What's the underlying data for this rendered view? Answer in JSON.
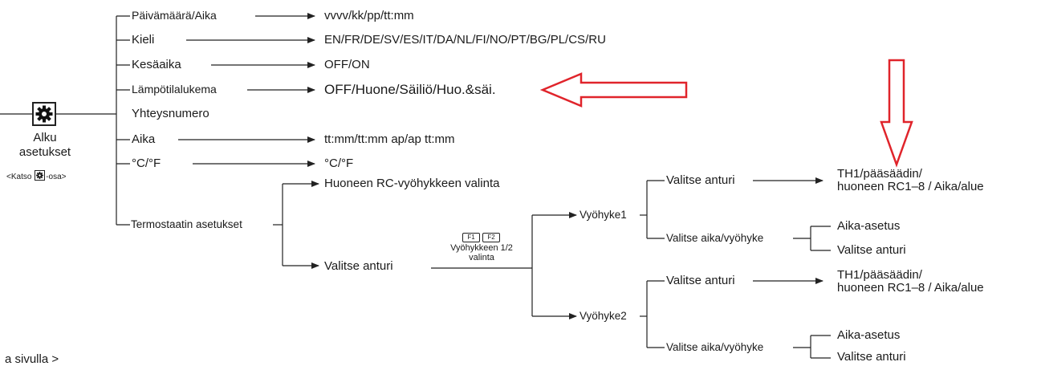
{
  "menu": {
    "title_line1": "Alku",
    "title_line2": "asetukset",
    "note_prefix": "<Katso ",
    "note_suffix": "-osa>",
    "icon": "gear-icon"
  },
  "items": [
    {
      "label": "Päivämäärä/Aika",
      "value": "vvvv/kk/pp/tt:mm"
    },
    {
      "label": "Kieli",
      "value": "EN/FR/DE/SV/ES/IT/DA/NL/FI/NO/PT/BG/PL/CS/RU"
    },
    {
      "label": "Kesäaika",
      "value": "OFF/ON"
    },
    {
      "label": "Lämpötilalukema",
      "value": "OFF/Huone/Säiliö/Huo.&säi."
    },
    {
      "label": "Yhteysnumero"
    },
    {
      "label": "Aika",
      "value": "tt:mm/tt:mm ap/ap tt:mm"
    },
    {
      "label": "°C/°F",
      "value": "°C/°F"
    },
    {
      "label": "Termostaatin asetukset"
    }
  ],
  "thermostat": {
    "room_rc": "Huoneen RC-vyöhykkeen valinta",
    "sensor": "Valitse anturi",
    "keys": [
      "F1",
      "F2"
    ],
    "zone_select_line1": "Vyöhykkeen 1/2",
    "zone_select_line2": "valinta",
    "zones": [
      {
        "name": "Vyöhyke1",
        "sensor_label": "Valitse anturi",
        "sensor_value_line1": "TH1/pääsäädin/",
        "sensor_value_line2": "huoneen RC1–8 / Aika/alue",
        "time_label": "Valitse aika/vyöhyke",
        "time_options": [
          "Aika-asetus",
          "Valitse anturi"
        ]
      },
      {
        "name": "Vyöhyke2",
        "sensor_label": "Valitse anturi",
        "sensor_value_line1": "TH1/pääsäädin/",
        "sensor_value_line2": "huoneen RC1–8 / Aika/alue",
        "time_label": "Valitse aika/vyöhyke",
        "time_options": [
          "Aika-asetus",
          "Valitse anturi"
        ]
      }
    ]
  },
  "footer": "a sivulla >",
  "colors": {
    "line": "#222222",
    "highlight": "#e0242b"
  }
}
